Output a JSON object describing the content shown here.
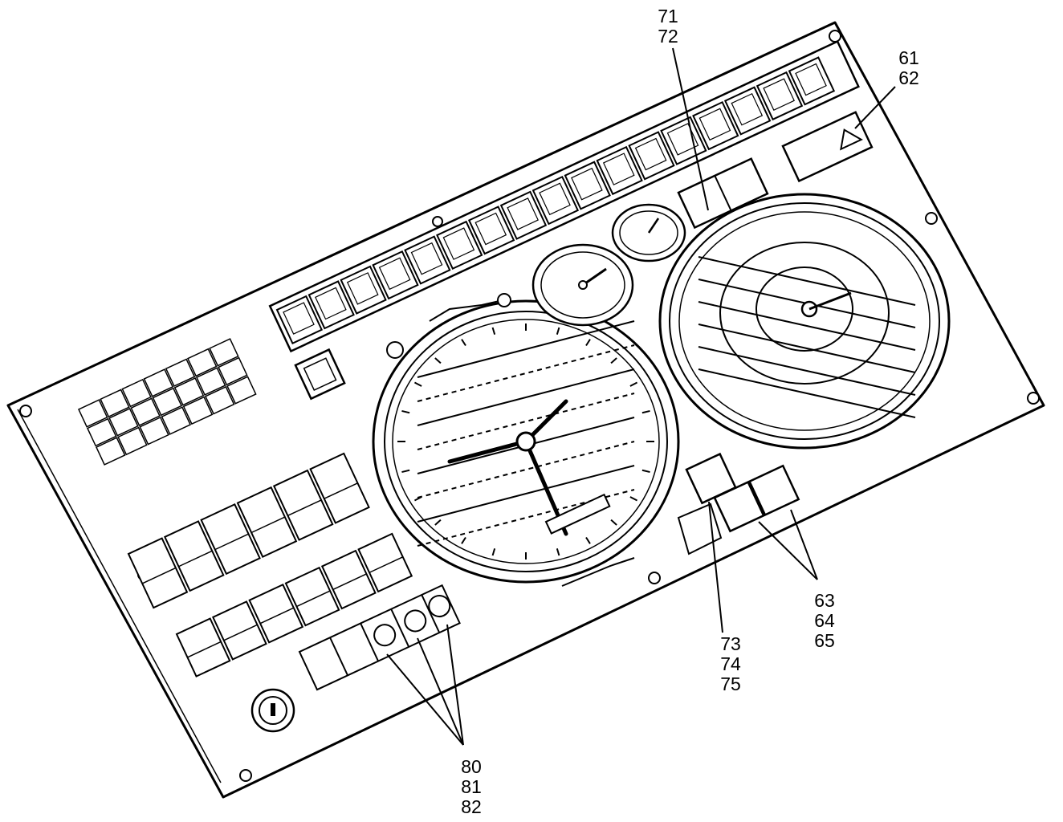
{
  "diagram": {
    "colors": {
      "ink": "#000000",
      "paper": "#ffffff"
    },
    "callouts": [
      {
        "id": "cal-71-72",
        "lines": [
          "71",
          "72"
        ]
      },
      {
        "id": "cal-61-62",
        "lines": [
          "61",
          "62"
        ]
      },
      {
        "id": "cal-63-65",
        "lines": [
          "63",
          "64",
          "65"
        ]
      },
      {
        "id": "cal-73-75",
        "lines": [
          "73",
          "74",
          "75"
        ]
      },
      {
        "id": "cal-80-82",
        "lines": [
          "80",
          "81",
          "82"
        ]
      }
    ]
  }
}
